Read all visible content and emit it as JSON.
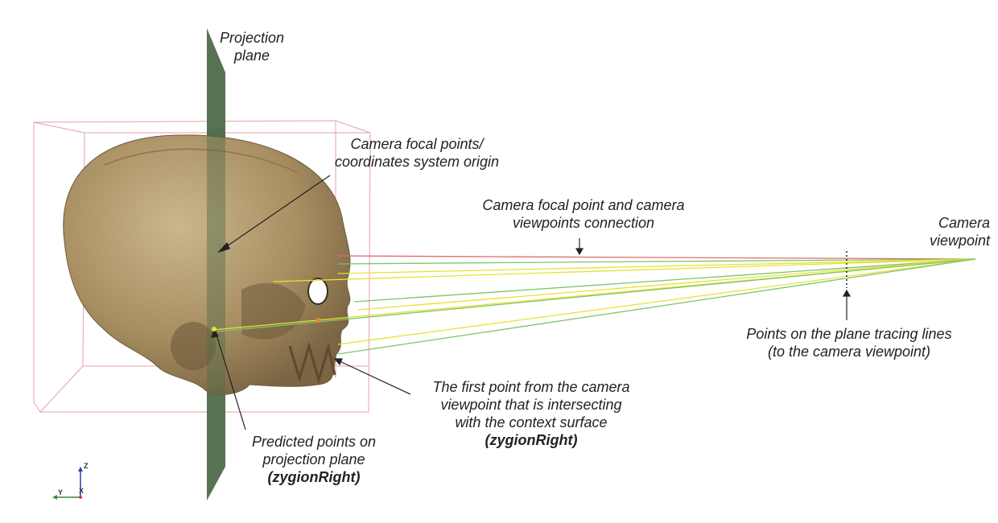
{
  "labels": {
    "projection_plane": [
      "Projection",
      "plane"
    ],
    "camera_focal_points": [
      "Camera focal points/",
      "coordinates system origin"
    ],
    "focal_viewpoint_connection": [
      "Camera focal point and camera",
      "viewpoints connection"
    ],
    "camera_viewpoint": [
      "Camera",
      "viewpoint"
    ],
    "plane_tracing_points": [
      "Points on the plane tracing lines",
      "(to the camera viewpoint)"
    ],
    "first_intersection": [
      "The first point from the camera",
      "viewpoint that is intersecting",
      "with the context surface",
      "(zygionRight)"
    ],
    "predicted_points": [
      "Predicted points on",
      "projection plane",
      "(zygionRight)"
    ]
  },
  "axes": {
    "z": "Z",
    "y": "Y",
    "x": "X"
  },
  "colors": {
    "skull": "#a88f62",
    "plane": "#4f6b4a",
    "bbox": "#e7a0a8",
    "trace_yellow": "#e6e233",
    "trace_green": "#7cc46a",
    "focal_connection": "#e06a6a"
  }
}
